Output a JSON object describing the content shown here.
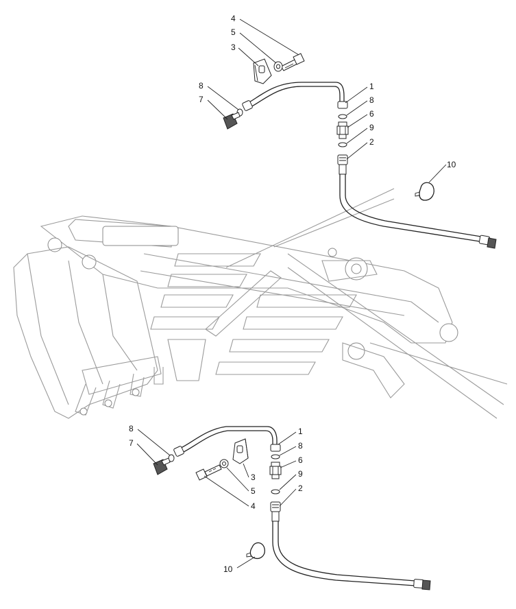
{
  "callouts_upper": [
    {
      "id": "u4",
      "text": "4"
    },
    {
      "id": "u5",
      "text": "5"
    },
    {
      "id": "u3",
      "text": "3"
    },
    {
      "id": "u8a",
      "text": "8"
    },
    {
      "id": "u7",
      "text": "7"
    },
    {
      "id": "u1",
      "text": "1"
    },
    {
      "id": "u8b",
      "text": "8"
    },
    {
      "id": "u6",
      "text": "6"
    },
    {
      "id": "u9",
      "text": "9"
    },
    {
      "id": "u2",
      "text": "2"
    },
    {
      "id": "u10",
      "text": "10"
    }
  ],
  "callouts_lower": [
    {
      "id": "l8a",
      "text": "8"
    },
    {
      "id": "l7",
      "text": "7"
    },
    {
      "id": "l1",
      "text": "1"
    },
    {
      "id": "l8b",
      "text": "8"
    },
    {
      "id": "l6",
      "text": "6"
    },
    {
      "id": "l9",
      "text": "9"
    },
    {
      "id": "l2",
      "text": "2"
    },
    {
      "id": "l3",
      "text": "3"
    },
    {
      "id": "l5",
      "text": "5"
    },
    {
      "id": "l4",
      "text": "4"
    },
    {
      "id": "l10",
      "text": "10"
    }
  ]
}
